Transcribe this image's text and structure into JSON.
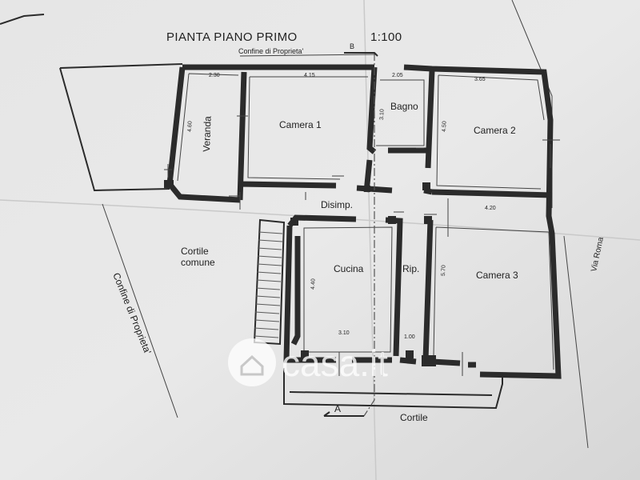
{
  "plan": {
    "title": "PIANTA PIANO PRIMO",
    "scale": "1:100",
    "marker_b": "B",
    "marker_a": "A",
    "boundary_top": "Confine di Proprieta'",
    "boundary_left": "Confine di Proprieta'",
    "street": "Via Roma",
    "courtyard_common_line1": "Cortile",
    "courtyard_common_line2": "comune",
    "courtyard_bottom": "Cortile",
    "watermark": "casa.it"
  },
  "rooms": {
    "veranda": "Veranda",
    "camera1": "Camera 1",
    "bagno": "Bagno",
    "camera2": "Camera 2",
    "disimp": "Disimp.",
    "cucina": "Cucina",
    "rip": "Rip.",
    "camera3": "Camera 3"
  },
  "dimensions": {
    "d230": "2.30",
    "d415": "4.15",
    "d205": "2.05",
    "d365": "3.65",
    "d460": "4.60",
    "d310v": "3.10",
    "d450": "4.50",
    "d420": "4.20",
    "d440": "4.40",
    "d570": "5.70",
    "d310h": "3.10",
    "d100": "1.00"
  },
  "colors": {
    "paper": "#e4e4e4",
    "ink": "#2b2b2b"
  }
}
